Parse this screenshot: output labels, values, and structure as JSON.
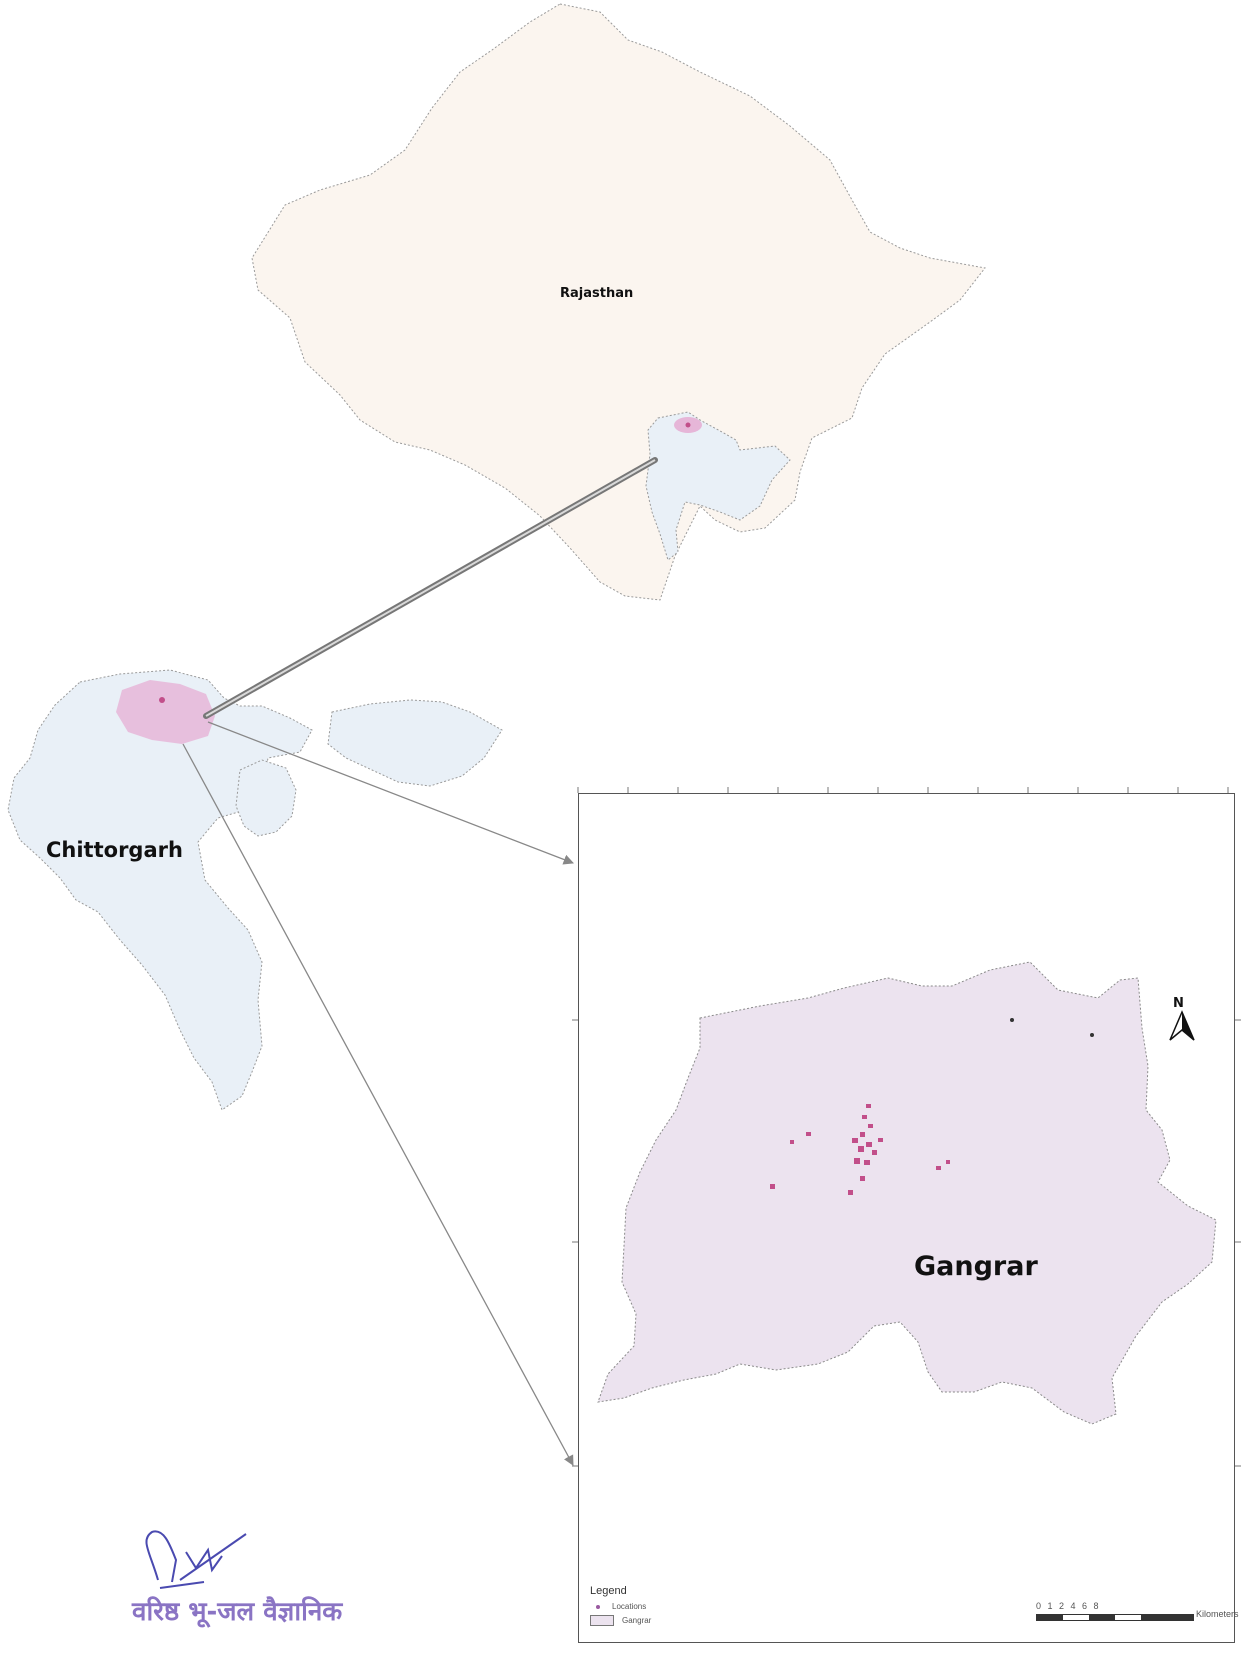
{
  "maps": {
    "state": {
      "label": "Rajasthan",
      "fill": "#fbf5ef"
    },
    "district": {
      "label": "Chittorgarh",
      "fill": "#e9f0f7"
    },
    "block": {
      "label": "Gangrar",
      "fill": "#ece3ef"
    }
  },
  "highlight_color": "#e6b6d8",
  "location_color": "#c24f8a",
  "north_arrow": {
    "label": "N",
    "icon": "north-arrow-icon"
  },
  "legend": {
    "title": "Legend",
    "items": [
      {
        "label": "Locations",
        "symbol": "dot"
      },
      {
        "label": "Gangrar",
        "symbol": "box"
      }
    ]
  },
  "scale_bar": {
    "ticks": "0 1 2 4 6 8",
    "unit": "Kilometers"
  },
  "stamp": {
    "text": "वरिष्ठ भू-जल वैज्ञानिक",
    "color": "#8a74c4"
  }
}
